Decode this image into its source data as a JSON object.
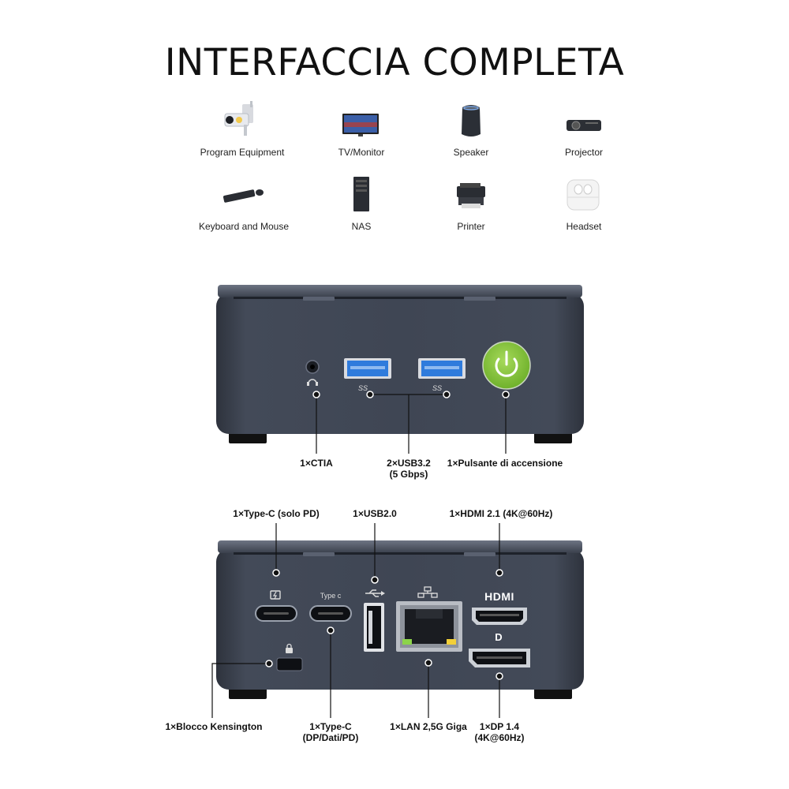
{
  "title": "INTERFACCIA COMPLETA",
  "devices": [
    {
      "label": "Program Equipment",
      "icon": "security-camera-icon"
    },
    {
      "label": "TV/Monitor",
      "icon": "tv-monitor-icon"
    },
    {
      "label": "Speaker",
      "icon": "speaker-icon"
    },
    {
      "label": "Projector",
      "icon": "projector-icon"
    },
    {
      "label": "Keyboard and Mouse",
      "icon": "keyboard-mouse-icon"
    },
    {
      "label": "NAS",
      "icon": "nas-icon"
    },
    {
      "label": "Printer",
      "icon": "printer-icon"
    },
    {
      "label": "Headset",
      "icon": "earbuds-icon"
    }
  ],
  "front": {
    "ctia": "1×CTIA",
    "usb32_line1": "2×USB3.2",
    "usb32_line2": "(5 Gbps)",
    "power": "1×Pulsante di accensione",
    "ss_logo": "SS"
  },
  "rear": {
    "typec_pd": "1×Type-C (solo PD)",
    "usb20": "1×USB2.0",
    "hdmi": "1×HDMI 2.1 (4K@60Hz)",
    "typec_port_text": "Type c",
    "hdmi_logo": "HDMI",
    "dp_logo": "D",
    "kensington": "1×Blocco Kensington",
    "typec_dp_line1": "1×Type-C",
    "typec_dp_line2": "(DP/Dati/PD)",
    "lan": "1×LAN 2,5G Giga",
    "dp_line1": "1×DP 1.4",
    "dp_line2": "(4K@60Hz)"
  },
  "colors": {
    "chassis": "#3e4452",
    "usb3_blue": "#2f7bdc",
    "power_green": "#8cc63f"
  }
}
